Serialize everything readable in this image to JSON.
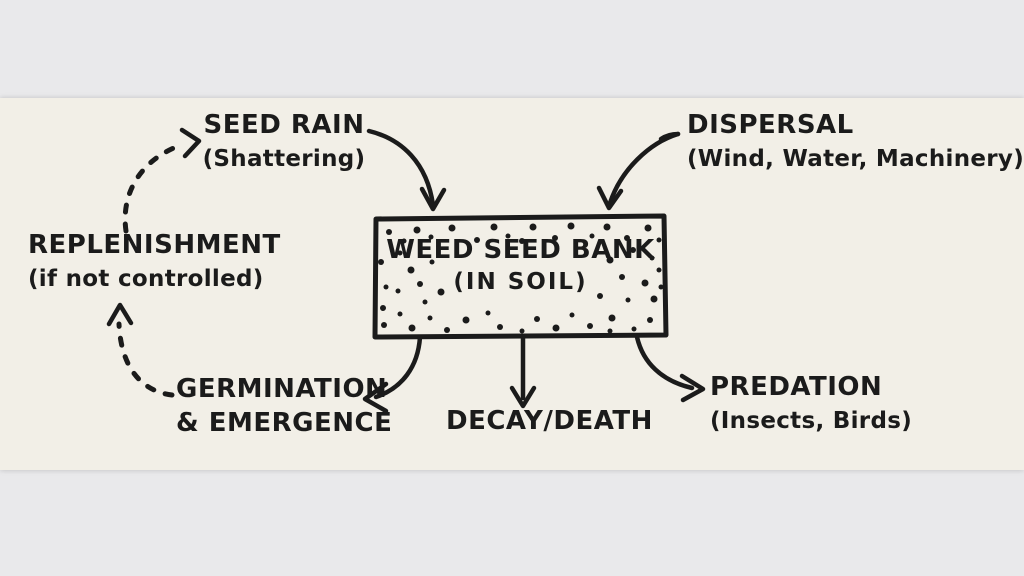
{
  "palette": {
    "ink": "#1b1b1b",
    "paper": "#f2efe7",
    "margin_band": "#e9e9eb"
  },
  "diagram": {
    "bank_box": {
      "line1": "WEED SEED BANK",
      "line2": "(IN SOIL)"
    },
    "nodes": {
      "seed_rain": {
        "label": "SEED RAIN",
        "sub": "(Shattering)"
      },
      "dispersal": {
        "label": "DISPERSAL",
        "sub": "(Wind, Water, Machinery)"
      },
      "replenishment": {
        "label": "REPLENISHMENT",
        "sub": "(if not controlled)"
      },
      "germination": {
        "label": "GERMINATION",
        "sub": "& EMERGENCE"
      },
      "decay": {
        "label": "DECAY/DEATH"
      },
      "predation": {
        "label": "PREDATION",
        "sub": "(Insects, Birds)"
      }
    },
    "edges": [
      {
        "from": "seed_rain",
        "to": "weed_seed_bank",
        "style": "solid"
      },
      {
        "from": "dispersal",
        "to": "weed_seed_bank",
        "style": "solid"
      },
      {
        "from": "weed_seed_bank",
        "to": "germination",
        "style": "solid"
      },
      {
        "from": "weed_seed_bank",
        "to": "decay",
        "style": "solid"
      },
      {
        "from": "weed_seed_bank",
        "to": "predation",
        "style": "solid"
      },
      {
        "from": "germination",
        "to": "replenishment",
        "style": "dashed"
      },
      {
        "from": "replenishment",
        "to": "seed_rain",
        "style": "dashed"
      }
    ]
  }
}
